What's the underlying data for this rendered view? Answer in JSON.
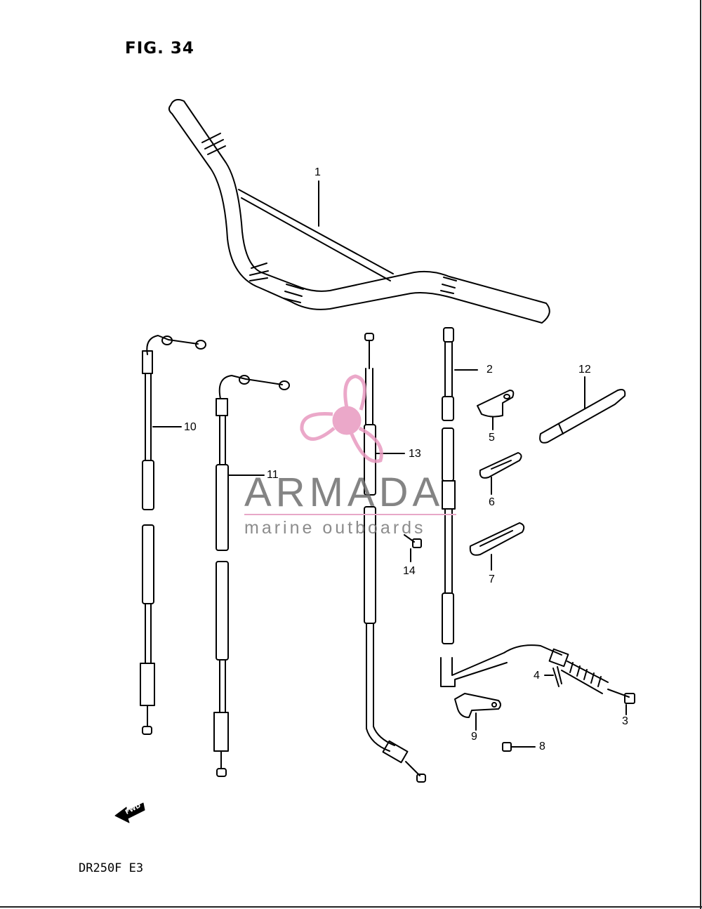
{
  "figure": {
    "title": "FIG. 34",
    "model": "DR250F E3"
  },
  "callouts": [
    "1",
    "2",
    "3",
    "4",
    "5",
    "6",
    "7",
    "8",
    "9",
    "10",
    "11",
    "12",
    "13",
    "14"
  ],
  "direction_marker": {
    "label": "FWD",
    "icon": "fwd-arrow-icon"
  },
  "watermark": {
    "name": "ARMADA",
    "tagline": "marine outboards",
    "logo_icon": "propeller-logo-icon",
    "logo_color": "#e89ac0",
    "text_color": "#6e6e6e"
  },
  "colors": {
    "line": "#000000",
    "background": "#ffffff"
  }
}
